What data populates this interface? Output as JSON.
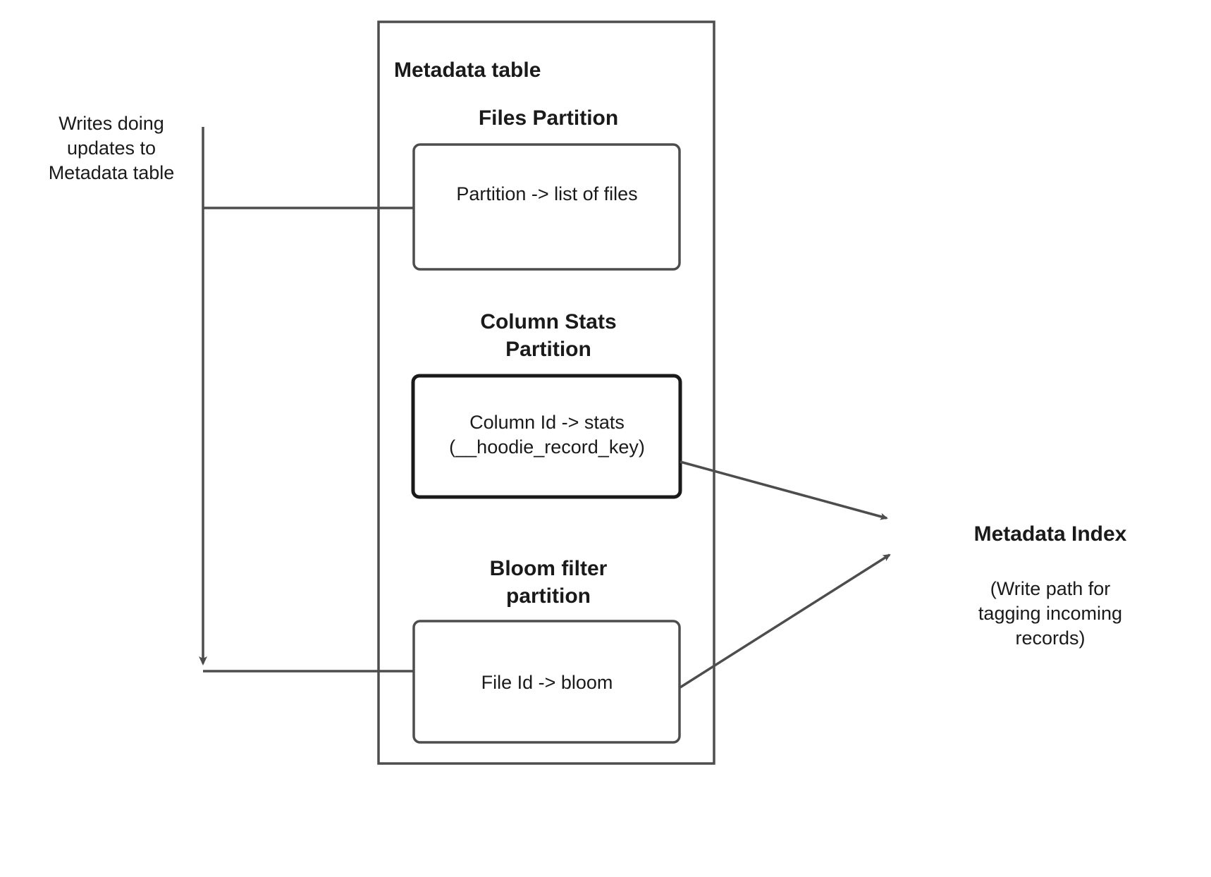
{
  "diagram": {
    "title_text": "Metadata table",
    "left_caption": "Writes doing\nupdates to\nMetadata table",
    "partitions": [
      {
        "heading": "Files Partition",
        "box_text": "Partition -> list of files"
      },
      {
        "heading": "Column Stats\nPartition",
        "box_text": "Column Id  -> stats\n(__hoodie_record_key)"
      },
      {
        "heading": "Bloom filter\npartition",
        "box_text": "File Id -> bloom"
      }
    ],
    "index": {
      "title": "Metadata Index",
      "subtitle": "(Write path for\ntagging incoming\nrecords)"
    },
    "colors": {
      "stroke": "#4d4d4d",
      "stroke_dark": "#1a1a1a",
      "text": "#1a1a1a",
      "background": "#ffffff"
    }
  }
}
